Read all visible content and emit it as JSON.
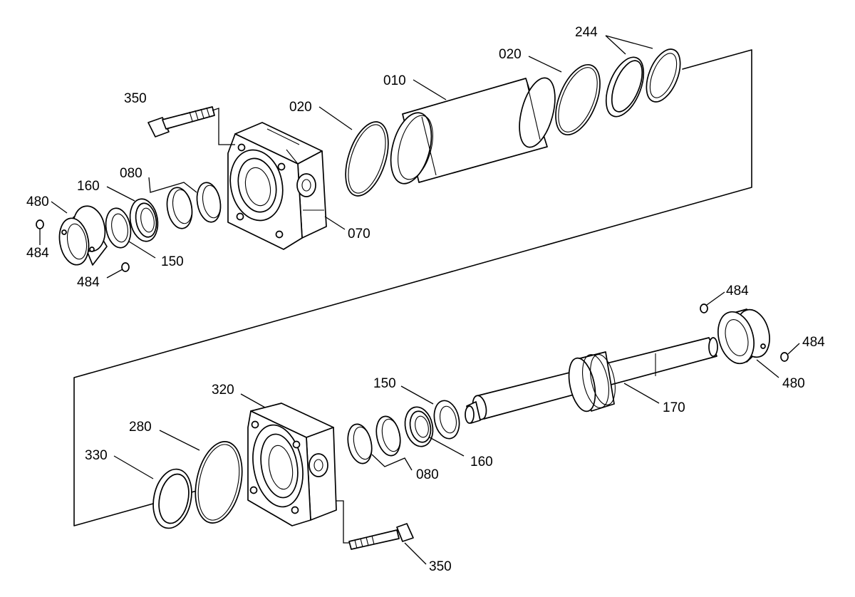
{
  "labels": {
    "top_010": "010",
    "top_020_left": "020",
    "top_020_right": "020",
    "top_244": "244",
    "top_350": "350",
    "top_070": "070",
    "top_080": "080",
    "top_160": "160",
    "top_150": "150",
    "top_480": "480",
    "top_484_left": "484",
    "top_484_bottom": "484",
    "bot_484_top": "484",
    "bot_484_right": "484",
    "bot_480": "480",
    "bot_170": "170",
    "bot_150": "150",
    "bot_160": "160",
    "bot_080": "080",
    "bot_320": "320",
    "bot_280": "280",
    "bot_330": "330",
    "bot_350": "350"
  }
}
